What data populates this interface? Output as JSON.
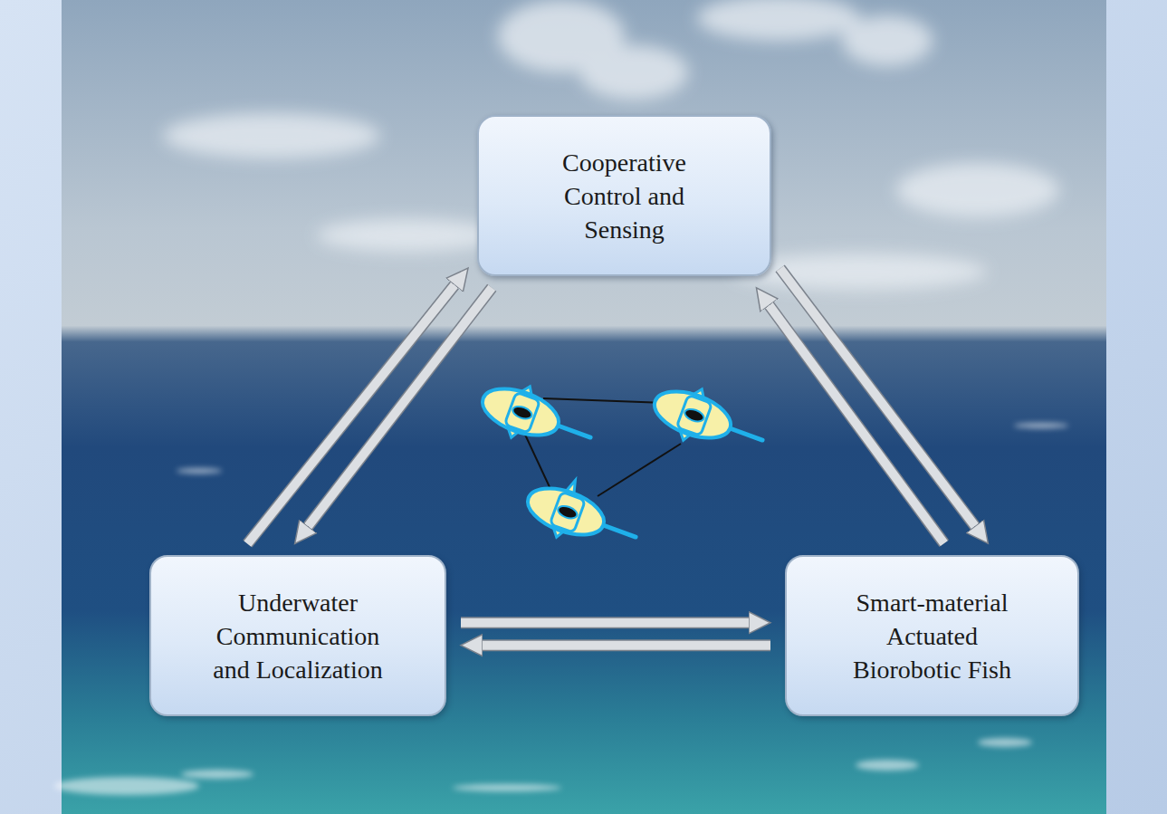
{
  "diagram": {
    "nodes": [
      {
        "text": [
          "Cooperative Control and Sensing"
        ]
      },
      {
        "text": [
          "Underwater Communication and Localization"
        ]
      },
      {
        "text": [
          "Smart-material Actuated Biorobotic Fish"
        ]
      }
    ],
    "edges": [
      {
        "from": 1,
        "to": 0,
        "arrow": "to"
      },
      {
        "from": 0,
        "to": 1,
        "arrow": "to"
      },
      {
        "from": 0,
        "to": 2,
        "arrow": "to"
      },
      {
        "from": 2,
        "to": 0,
        "arrow": "to"
      },
      {
        "from": 1,
        "to": 2,
        "arrow": "to"
      },
      {
        "from": 2,
        "to": 1,
        "arrow": "to"
      }
    ]
  }
}
